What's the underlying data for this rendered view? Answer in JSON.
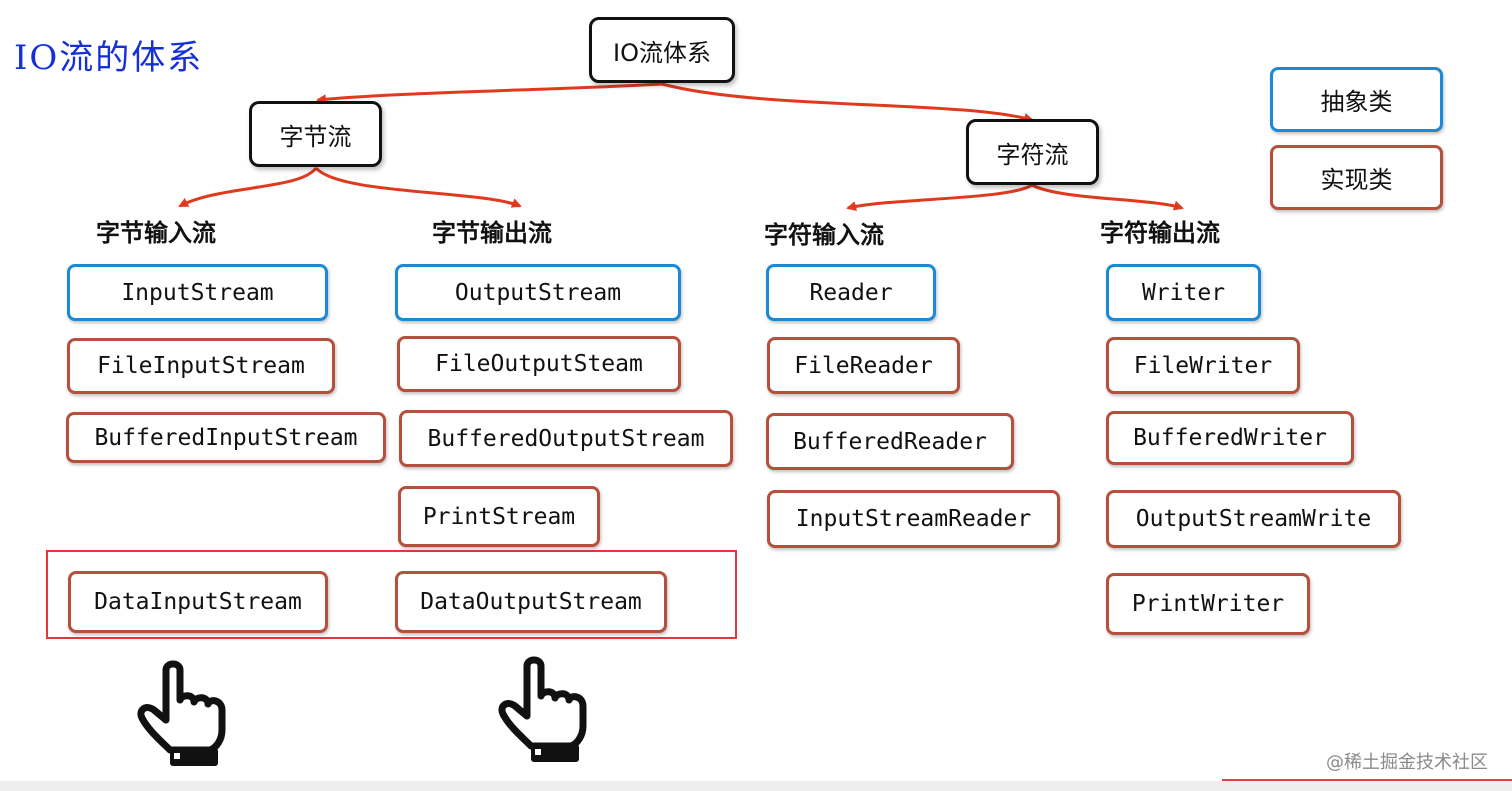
{
  "page_title": "IO流的体系",
  "root": "IO流体系",
  "categories": {
    "byte": "字节流",
    "char": "字符流"
  },
  "subcategories": {
    "byte_input": "字节输入流",
    "byte_output": "字节输出流",
    "char_input": "字符输入流",
    "char_output": "字符输出流"
  },
  "legend": {
    "abstract": "抽象类",
    "impl": "实现类"
  },
  "byte_input": [
    "InputStream",
    "FileInputStream",
    "BufferedInputStream",
    "DataInputStream"
  ],
  "byte_output": [
    "OutputStream",
    "FileOutputSteam",
    "BufferedOutputStream",
    "PrintStream",
    "DataOutputStream"
  ],
  "char_input": [
    "Reader",
    "FileReader",
    "BufferedReader",
    "InputStreamReader"
  ],
  "char_output": [
    "Writer",
    "FileWriter",
    "BufferedWriter",
    "OutputStreamWrite",
    "PrintWriter"
  ],
  "watermark": "@稀土掘金技术社区",
  "colors": {
    "abstract_border": "#1a8ad6",
    "impl_border": "#b4503c",
    "arrow": "#e03a1e",
    "highlight": "#e8343c",
    "title": "#1530d8"
  },
  "icons": [
    "pointing-hand-icon",
    "pointing-hand-icon"
  ]
}
